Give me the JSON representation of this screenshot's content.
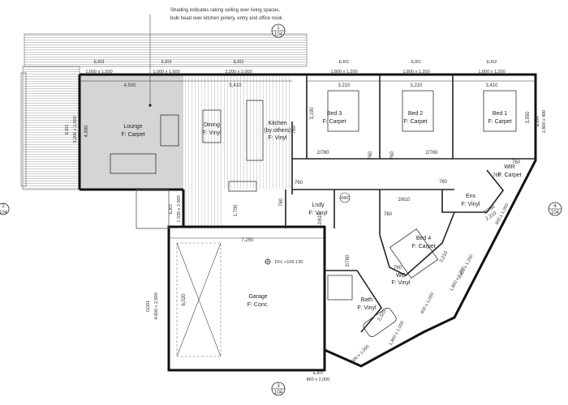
{
  "note": {
    "line1": "Shading indicates raking ceiling over living spaces,",
    "line2": "bulk head over kitchen joinery, entry and office nook"
  },
  "section_refs": {
    "top_num": "1",
    "top_sheet": "104",
    "bottom_num": "3",
    "bottom_sheet": "104",
    "left_num": "2",
    "left_sheet": "104",
    "right_num": "4",
    "right_sheet": "104"
  },
  "windows": {
    "ej03_a": {
      "code": "EJ03",
      "size": "1,000 x 1,500"
    },
    "ej03_b": {
      "code": "EJ03",
      "size": "1,000 x 1,500"
    },
    "ej02_a": {
      "code": "EJ02",
      "size": "3,200 x 2,000"
    },
    "ej01_a": {
      "code": "EJ01",
      "size": "1,800 x 1,200"
    },
    "ej01_b": {
      "code": "EJ01",
      "size": "1,800 x 1,200"
    },
    "ej02_b": {
      "code": "EJ02",
      "size": "1,800 x 1,200"
    },
    "ej01_left": {
      "code": "EJ01",
      "size": "3,200 x 2,000"
    },
    "ej01_entry": {
      "code": "EJ01",
      "size": "1,330 x 2,000"
    },
    "gd01": {
      "code": "GD01",
      "size": "4,800 x 2,000"
    },
    "ej01_bottom": {
      "code": "EJ01",
      "size": "860 x 2,000"
    },
    "ej04_right": {
      "code": "EJ04",
      "size": "1,800 x 400"
    },
    "diag_1": "1,800 x 1,200",
    "diag_2": "600 x 1,000",
    "diag_3": "600 x 1,000",
    "diag_4": "1,800 x 1,200",
    "diag_5": "1,800 x 1,000",
    "diag_6": "600 x 1,000"
  },
  "dimensions": {
    "d4500": "4,500",
    "d5410": "5,410",
    "d3210a": "3,210",
    "d3210b": "3,210",
    "d3410": "3,410",
    "d4990": "4,990",
    "d7250": "7,250",
    "d6020": "6,020",
    "d3190": "3,190",
    "d3550": "3,550",
    "d1700": "1,700",
    "d3210c": "3,210",
    "d2210": "2,210",
    "d2320": "2,320"
  },
  "doors": {
    "d760_bed3": "760",
    "d2_760_bed3": "2/760",
    "d760_hall": "760",
    "d2_760_bed2": "2/760",
    "d760_bed2": "760",
    "d760_hall2": "760",
    "d760_bed1": "760",
    "d760_kit": "760",
    "d760_lndy": "760",
    "d2_610": "2/610",
    "d760_bed4": "760",
    "d760_ens": "760",
    "d2_760_bath": "2/760",
    "d2_610_lndy": "2/610",
    "d2_760_wir": "2/760",
    "d760_wc": "760",
    "hwc": "HWC"
  },
  "rooms": {
    "lounge": {
      "name": "Lounge",
      "floor": "F: Carpet"
    },
    "dining": {
      "name": "Dining",
      "floor": "F: Vinyl"
    },
    "kitchen": {
      "name": "Kitchen",
      "sub": "(by others)",
      "floor": "F: Vinyl"
    },
    "bed3": {
      "name": "Bed 3",
      "floor": "F: Carpet"
    },
    "bed2": {
      "name": "Bed 2",
      "floor": "F: Carpet"
    },
    "bed1": {
      "name": "Bed 1",
      "floor": "F: Carpet"
    },
    "wir": {
      "name": "WIR",
      "floor": "F: Carpet"
    },
    "ens": {
      "name": "Ens",
      "floor": "F: Vinyl"
    },
    "lndy": {
      "name": "Lndy",
      "floor": "F: Vinyl"
    },
    "bed4": {
      "name": "Bed 4",
      "floor": "F: Carpet"
    },
    "wc": {
      "name": "WC",
      "floor": "F: Vinyl"
    },
    "bath": {
      "name": "Bath",
      "floor": "F: Vinyl"
    },
    "garage": {
      "name": "Garage",
      "floor": "F: Conc."
    }
  },
  "ffl": "FFL +109.130"
}
